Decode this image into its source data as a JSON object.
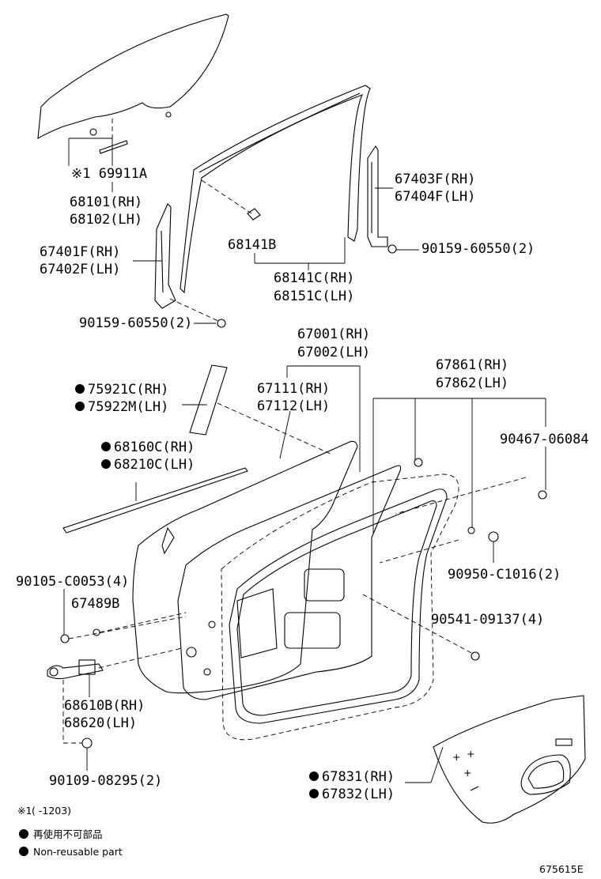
{
  "diagram_id": "675615E",
  "callouts": [
    {
      "id": "c-69911a",
      "lines": [
        "※1 69911A"
      ]
    },
    {
      "id": "c-68101",
      "lines": [
        "68101(RH)",
        "68102(LH)"
      ]
    },
    {
      "id": "c-67401f",
      "lines": [
        "67401F(RH)",
        "67402F(LH)"
      ]
    },
    {
      "id": "c-68141b",
      "lines": [
        "68141B"
      ]
    },
    {
      "id": "c-68141c",
      "lines": [
        "68141C(RH)",
        "68151C(LH)"
      ]
    },
    {
      "id": "c-67403f",
      "lines": [
        "67403F(RH)",
        "67404F(LH)"
      ]
    },
    {
      "id": "c-90159-a",
      "lines": [
        "90159-60550(2)"
      ]
    },
    {
      "id": "c-90159-b",
      "lines": [
        "90159-60550(2)"
      ]
    },
    {
      "id": "c-67001",
      "lines": [
        "67001(RH)",
        "67002(LH)"
      ]
    },
    {
      "id": "c-75921c",
      "lines": [
        "75921C(RH)",
        "75922M(LH)"
      ]
    },
    {
      "id": "c-67111",
      "lines": [
        "67111(RH)",
        "67112(LH)"
      ]
    },
    {
      "id": "c-67861",
      "lines": [
        "67861(RH)",
        "67862(LH)"
      ]
    },
    {
      "id": "c-90467",
      "lines": [
        "90467-06084"
      ]
    },
    {
      "id": "c-68160c",
      "lines": [
        "68160C(RH)",
        "68210C(LH)"
      ]
    },
    {
      "id": "c-90950",
      "lines": [
        "90950-C1016(2)"
      ]
    },
    {
      "id": "c-90105",
      "lines": [
        "90105-C0053(4)"
      ]
    },
    {
      "id": "c-67489b",
      "lines": [
        "67489B"
      ]
    },
    {
      "id": "c-90541",
      "lines": [
        "90541-09137(4)"
      ]
    },
    {
      "id": "c-68610b",
      "lines": [
        "68610B(RH)",
        "68620(LH)"
      ]
    },
    {
      "id": "c-90109",
      "lines": [
        "90109-08295(2)"
      ]
    },
    {
      "id": "c-67831",
      "lines": [
        "67831(RH)",
        "67832(LH)"
      ]
    }
  ],
  "notes": {
    "note1_mark": "※1",
    "note1_text": "(      -1203)",
    "jp_legend": "再使用不可部品",
    "en_legend": "Non-reusable part"
  }
}
